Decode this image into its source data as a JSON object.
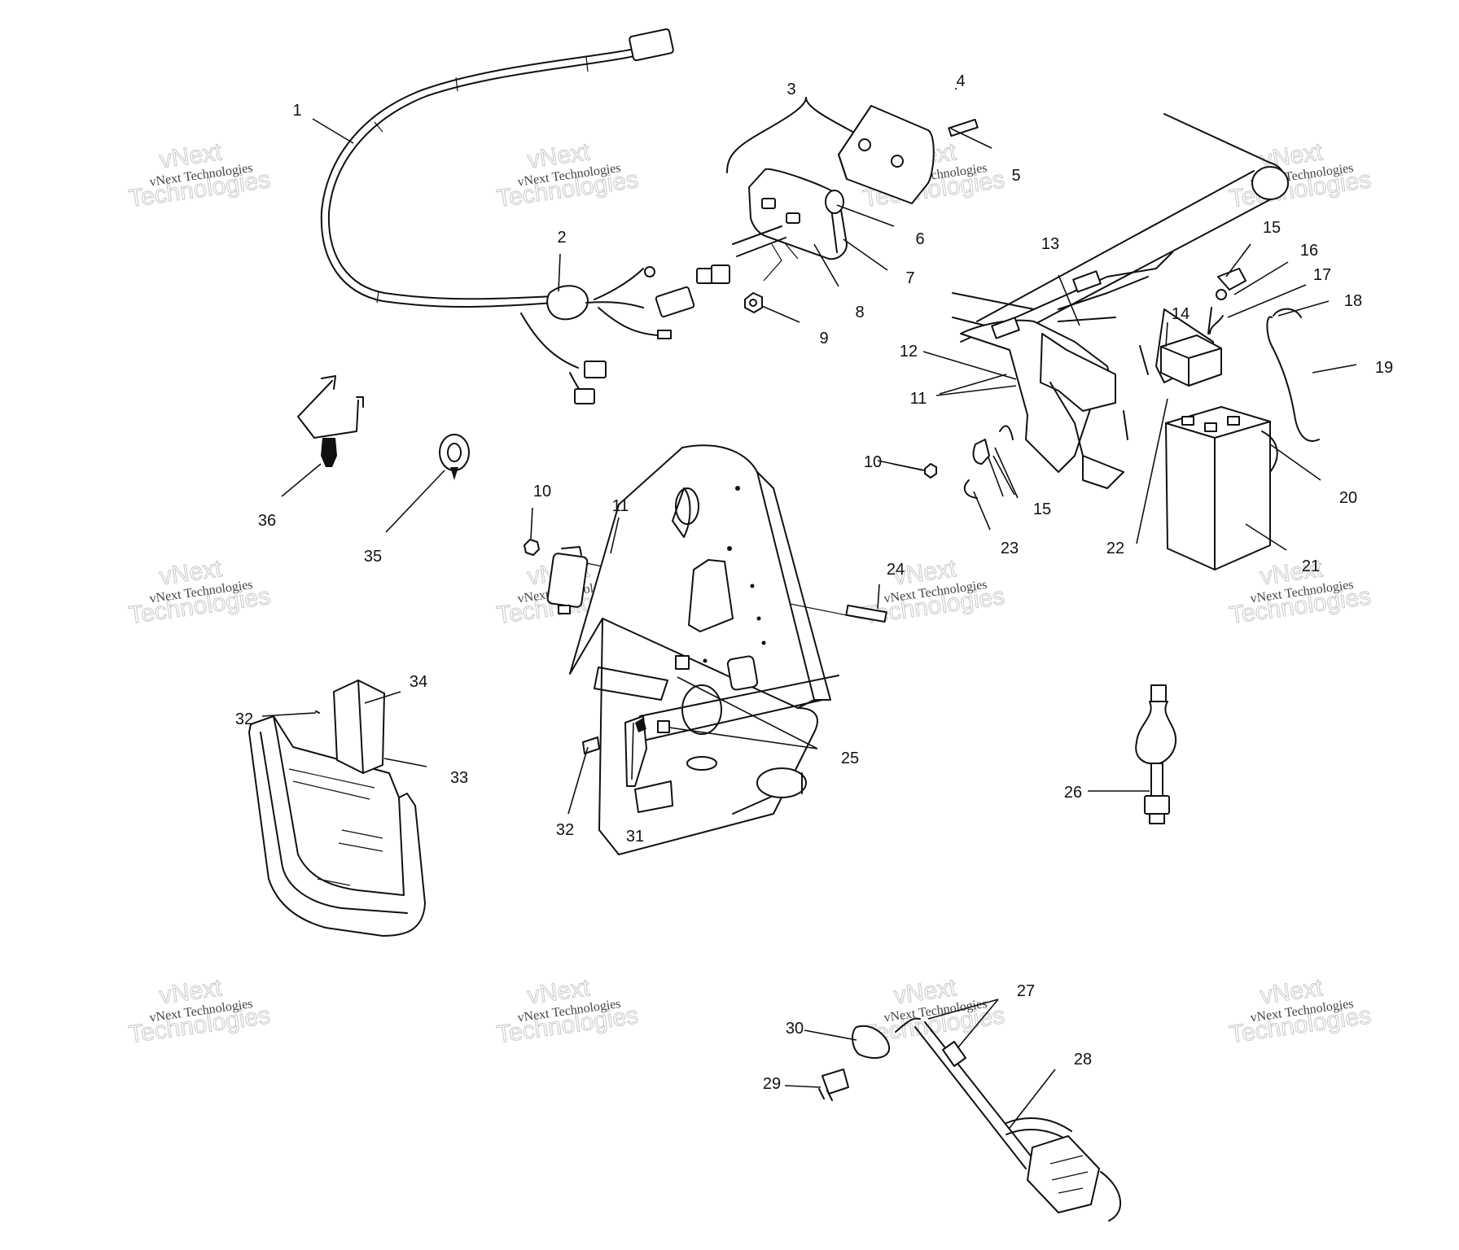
{
  "watermark": {
    "brand_line": "vNext Technologies",
    "outline_word": "Technologies",
    "outline_prefix": "vNext"
  },
  "callouts": [
    "1",
    "2",
    "3",
    "4",
    "5",
    "6",
    "7",
    "8",
    "9",
    "10",
    "10",
    "11",
    "11",
    "12",
    "13",
    "14",
    "15",
    "15",
    "16",
    "17",
    "18",
    "19",
    "20",
    "21",
    "22",
    "23",
    "24",
    "25",
    "26",
    "27",
    "28",
    "29",
    "30",
    "31",
    "32",
    "32",
    "33",
    "34",
    "35",
    "36"
  ]
}
